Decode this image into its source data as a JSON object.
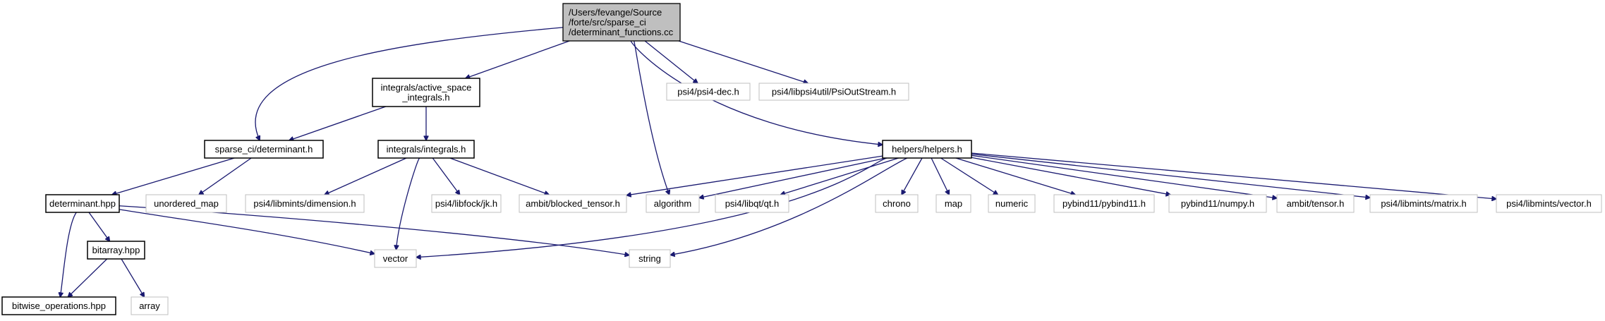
{
  "nodes": [
    {
      "id": "root",
      "lines": [
        "/Users/fevange/Source",
        "/forte/src/sparse_ci",
        "/determinant_functions.cc"
      ],
      "style": "root"
    },
    {
      "id": "active_space",
      "lines": [
        "integrals/active_space",
        "_integrals.h"
      ],
      "style": "doc"
    },
    {
      "id": "psi4_dec",
      "lines": [
        "psi4/psi4-dec.h"
      ],
      "style": "ext"
    },
    {
      "id": "psioutstream",
      "lines": [
        "psi4/libpsi4util/PsiOutStream.h"
      ],
      "style": "ext"
    },
    {
      "id": "sparse_det",
      "lines": [
        "sparse_ci/determinant.h"
      ],
      "style": "doc"
    },
    {
      "id": "integrals_h",
      "lines": [
        "integrals/integrals.h"
      ],
      "style": "doc"
    },
    {
      "id": "helpers_h",
      "lines": [
        "helpers/helpers.h"
      ],
      "style": "doc"
    },
    {
      "id": "determinant_hpp",
      "lines": [
        "determinant.hpp"
      ],
      "style": "doc"
    },
    {
      "id": "unordered_map",
      "lines": [
        "unordered_map"
      ],
      "style": "ext"
    },
    {
      "id": "dimension",
      "lines": [
        "psi4/libmints/dimension.h"
      ],
      "style": "ext"
    },
    {
      "id": "jk",
      "lines": [
        "psi4/libfock/jk.h"
      ],
      "style": "ext"
    },
    {
      "id": "blocked_tensor",
      "lines": [
        "ambit/blocked_tensor.h"
      ],
      "style": "ext"
    },
    {
      "id": "algorithm",
      "lines": [
        "algorithm"
      ],
      "style": "ext"
    },
    {
      "id": "qt",
      "lines": [
        "psi4/libqt/qt.h"
      ],
      "style": "ext"
    },
    {
      "id": "chrono",
      "lines": [
        "chrono"
      ],
      "style": "ext"
    },
    {
      "id": "map",
      "lines": [
        "map"
      ],
      "style": "ext"
    },
    {
      "id": "numeric",
      "lines": [
        "numeric"
      ],
      "style": "ext"
    },
    {
      "id": "pybind11",
      "lines": [
        "pybind11/pybind11.h"
      ],
      "style": "ext"
    },
    {
      "id": "numpy",
      "lines": [
        "pybind11/numpy.h"
      ],
      "style": "ext"
    },
    {
      "id": "tensor",
      "lines": [
        "ambit/tensor.h"
      ],
      "style": "ext"
    },
    {
      "id": "matrix",
      "lines": [
        "psi4/libmints/matrix.h"
      ],
      "style": "ext"
    },
    {
      "id": "vector_h",
      "lines": [
        "psi4/libmints/vector.h"
      ],
      "style": "ext"
    },
    {
      "id": "bitarray",
      "lines": [
        "bitarray.hpp"
      ],
      "style": "doc"
    },
    {
      "id": "vector",
      "lines": [
        "vector"
      ],
      "style": "ext"
    },
    {
      "id": "string",
      "lines": [
        "string"
      ],
      "style": "ext"
    },
    {
      "id": "bitwise",
      "lines": [
        "bitwise_operations.hpp"
      ],
      "style": "doc"
    },
    {
      "id": "array",
      "lines": [
        "array"
      ],
      "style": "ext"
    }
  ],
  "edges": [
    {
      "from": "root",
      "to": "active_space"
    },
    {
      "from": "root",
      "to": "psi4_dec"
    },
    {
      "from": "root",
      "to": "psioutstream"
    },
    {
      "from": "root",
      "to": "sparse_det"
    },
    {
      "from": "root",
      "to": "algorithm"
    },
    {
      "from": "root",
      "to": "helpers_h"
    },
    {
      "from": "active_space",
      "to": "sparse_det"
    },
    {
      "from": "active_space",
      "to": "integrals_h"
    },
    {
      "from": "sparse_det",
      "to": "determinant_hpp"
    },
    {
      "from": "sparse_det",
      "to": "unordered_map"
    },
    {
      "from": "integrals_h",
      "to": "dimension"
    },
    {
      "from": "integrals_h",
      "to": "jk"
    },
    {
      "from": "integrals_h",
      "to": "blocked_tensor"
    },
    {
      "from": "integrals_h",
      "to": "vector"
    },
    {
      "from": "helpers_h",
      "to": "blocked_tensor"
    },
    {
      "from": "helpers_h",
      "to": "algorithm"
    },
    {
      "from": "helpers_h",
      "to": "qt"
    },
    {
      "from": "helpers_h",
      "to": "chrono"
    },
    {
      "from": "helpers_h",
      "to": "map"
    },
    {
      "from": "helpers_h",
      "to": "numeric"
    },
    {
      "from": "helpers_h",
      "to": "pybind11"
    },
    {
      "from": "helpers_h",
      "to": "numpy"
    },
    {
      "from": "helpers_h",
      "to": "tensor"
    },
    {
      "from": "helpers_h",
      "to": "matrix"
    },
    {
      "from": "helpers_h",
      "to": "vector_h"
    },
    {
      "from": "helpers_h",
      "to": "vector"
    },
    {
      "from": "helpers_h",
      "to": "string"
    },
    {
      "from": "determinant_hpp",
      "to": "bitarray"
    },
    {
      "from": "determinant_hpp",
      "to": "bitwise"
    },
    {
      "from": "determinant_hpp",
      "to": "vector"
    },
    {
      "from": "determinant_hpp",
      "to": "string"
    },
    {
      "from": "bitarray",
      "to": "bitwise"
    },
    {
      "from": "bitarray",
      "to": "array"
    }
  ],
  "colors": {
    "edge": "#191970",
    "root_fill": "#bfbfbf",
    "doc_border": "#000000",
    "ext_border": "#bfbfbf",
    "text": "#000000"
  }
}
